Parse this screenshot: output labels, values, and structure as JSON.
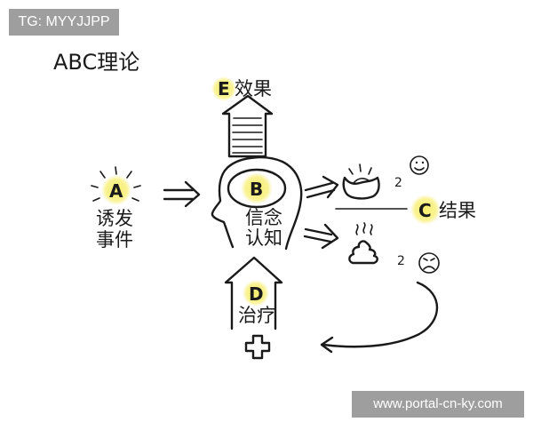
{
  "watermark_top": "TG: MYYJJPP",
  "watermark_bottom": "www.portal-cn-ky.com",
  "title": "ABC理论",
  "nodes": {
    "a": {
      "letter": "A",
      "line1": "诱发",
      "line2": "事件"
    },
    "b": {
      "letter": "B",
      "line1": "信念",
      "line2": "认知"
    },
    "c": {
      "letter": "C",
      "label": "结果"
    },
    "d": {
      "letter": "D",
      "label": "治疗"
    },
    "e": {
      "letter": "E",
      "label": "效果"
    }
  },
  "small_labels": {
    "upper": "2",
    "lower": "2"
  },
  "colors": {
    "highlight": "#f7ee6e",
    "ink": "#1a1a1a",
    "tag_bg": "#9e9e9e"
  }
}
